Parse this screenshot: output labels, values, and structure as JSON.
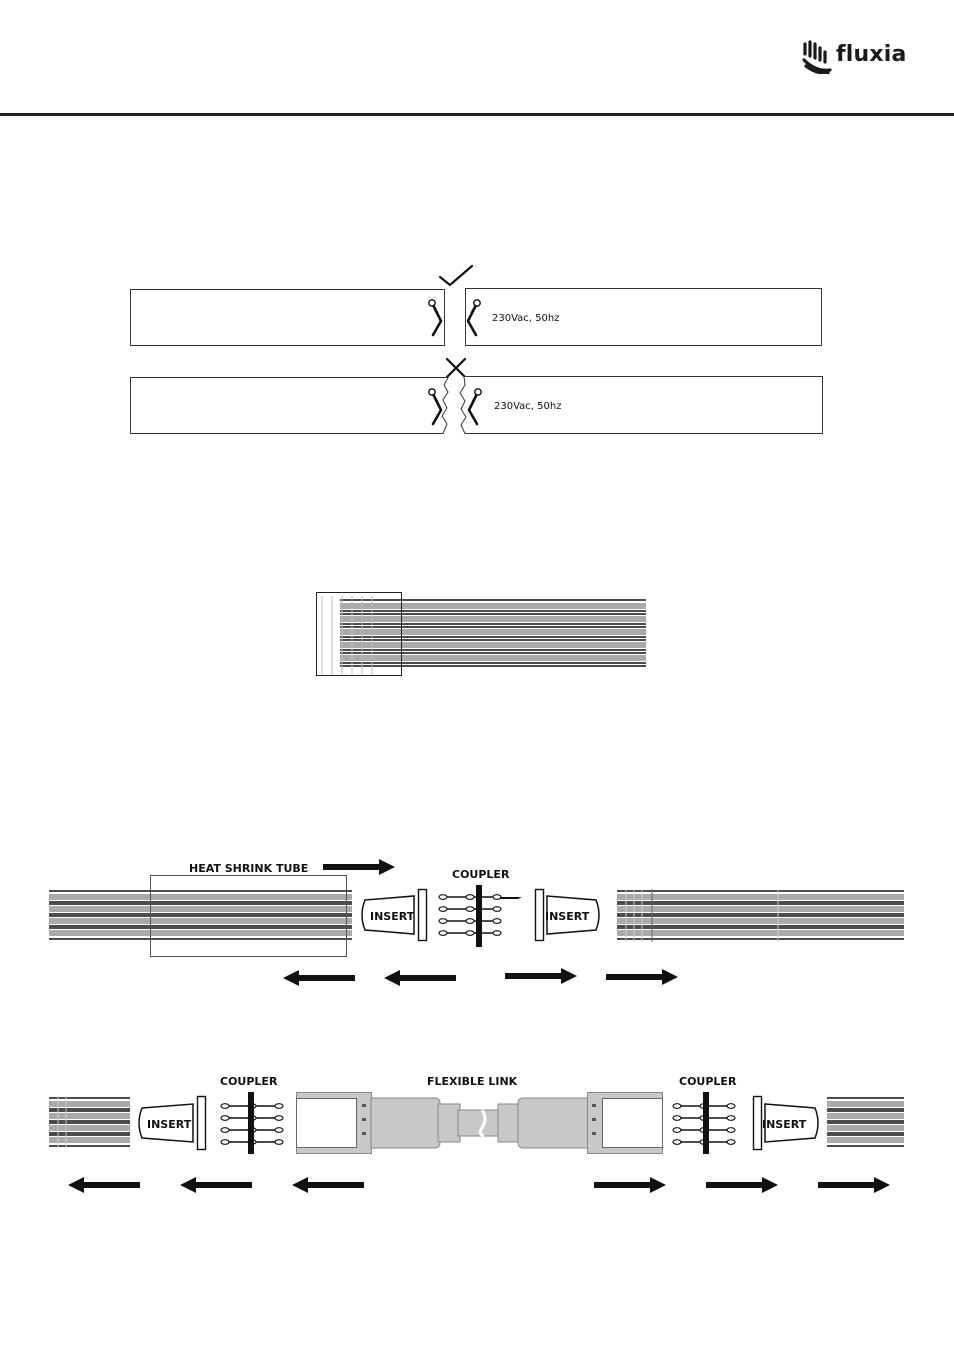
{
  "header": {
    "brand": "fluxia",
    "logo_icon": "fluxia-wave-mark"
  },
  "cut_diagram": {
    "correct_voltage": "230Vac, 50hz",
    "wrong_voltage": "230Vac, 50hz",
    "correct_icon": "checkmark-icon",
    "wrong_icon": "cross-icon",
    "tool_icon": "scissors-icon"
  },
  "assembly": {
    "heat_shrink_label": "HEAT SHRINK TUBE",
    "coupler_label": "COUPLER",
    "insert_left": "INSERT",
    "insert_right": "INSERT"
  },
  "flex_link": {
    "coupler_left_label": "COUPLER",
    "flexible_link_label": "FLEXIBLE LINK",
    "coupler_right_label": "COUPLER",
    "insert_left": "INSERT",
    "insert_right": "INSERT"
  },
  "colors": {
    "ink": "#111111",
    "wire_gray": "#a8a8a8",
    "link_gray": "#c8c8c8"
  }
}
